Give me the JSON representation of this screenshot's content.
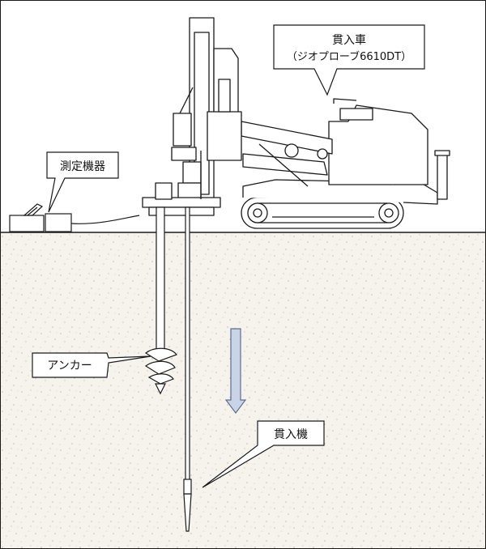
{
  "labels": {
    "vehicle_line1": "貫入車",
    "vehicle_line2": "（ジオプローブ6610DT）",
    "instrument": "測定機器",
    "anchor": "アンカー",
    "penetrator": "貫入機"
  },
  "colors": {
    "outline": "#1a1a1a",
    "ground": "#f6f3ed",
    "ground_speckle": "#b9b2a6",
    "arrow_fill": "#c9d4e6",
    "arrow_stroke": "#5c6f8f",
    "callout_fill": "#ffffff"
  }
}
